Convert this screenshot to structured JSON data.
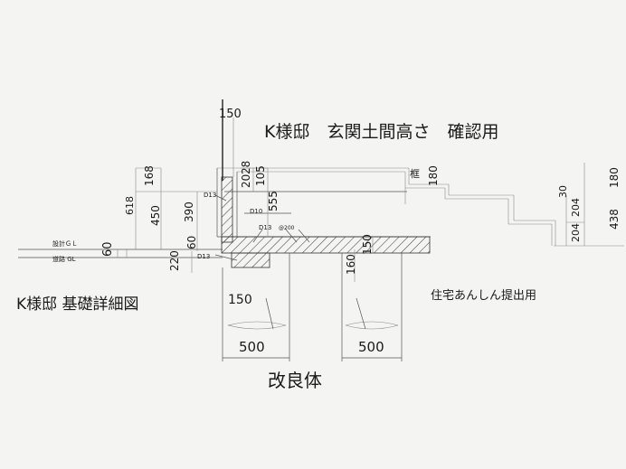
{
  "titles": {
    "main": "K様邸　玄関土間高さ　確認用",
    "sub": "K様邸  基礎詳細図",
    "submission": "住宅あんしん提出用",
    "improved": "改良体"
  },
  "levels": {
    "design_gl": "設計ＧＬ",
    "road_gl": "道路 GL"
  },
  "rebar": {
    "d13_a": "D13",
    "d10": "D10",
    "d13_b": "D13",
    "d13_spacing": "@200",
    "d13_c": "D13"
  },
  "frame_label": "框",
  "dims": {
    "d150_top": "150",
    "d168": "168",
    "d618": "618",
    "d450": "450",
    "d390": "390",
    "d20": "20",
    "d28": "28",
    "d105": "105",
    "d555": "555",
    "d60_left": "60",
    "d60_mid": "60",
    "d220": "220",
    "d150_mid": "150",
    "d160": "160",
    "d150_bottom": "150",
    "d500_left": "500",
    "d500_right": "500",
    "d180_frame": "180",
    "d30": "30",
    "d204_upper": "204",
    "d204_lower": "204",
    "d180_right": "180",
    "d438": "438"
  }
}
